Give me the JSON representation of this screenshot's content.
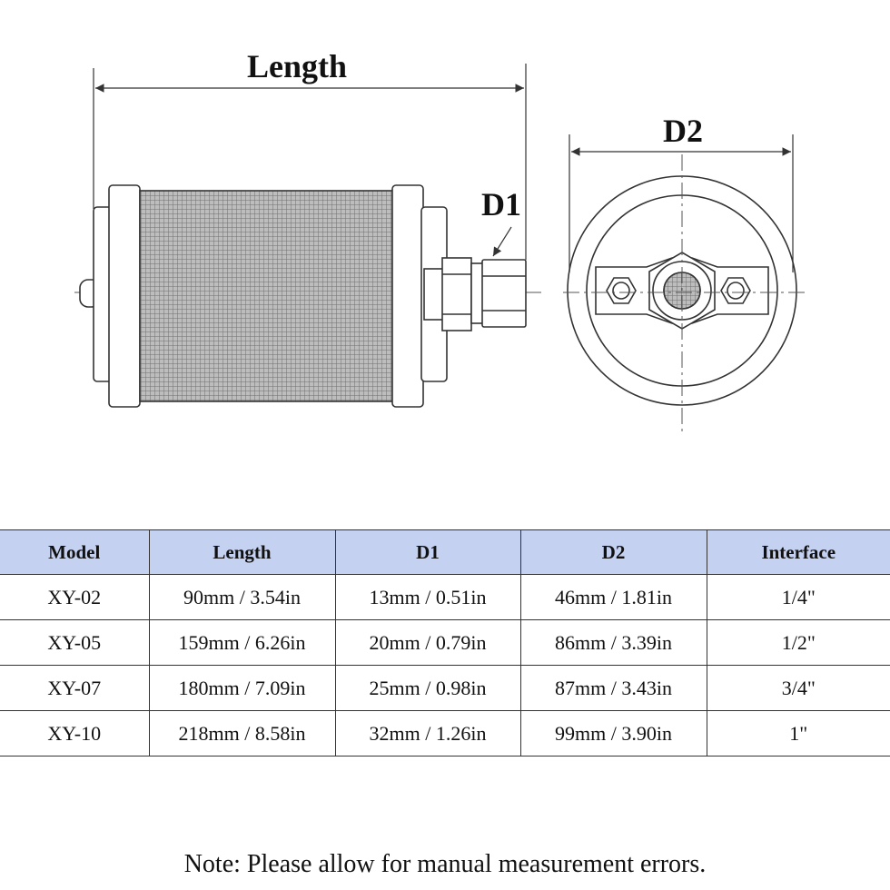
{
  "diagram": {
    "labels": {
      "length": "Length",
      "d1": "D1",
      "d2": "D2"
    }
  },
  "table": {
    "headers": [
      "Model",
      "Length",
      "D1",
      "D2",
      "Interface"
    ],
    "rows": [
      [
        "XY-02",
        "90mm / 3.54in",
        "13mm / 0.51in",
        "46mm / 1.81in",
        "1/4\""
      ],
      [
        "XY-05",
        "159mm / 6.26in",
        "20mm / 0.79in",
        "86mm / 3.39in",
        "1/2\""
      ],
      [
        "XY-07",
        "180mm / 7.09in",
        "25mm / 0.98in",
        "87mm / 3.43in",
        "3/4\""
      ],
      [
        "XY-10",
        "218mm / 8.58in",
        "32mm / 1.26in",
        "99mm / 3.90in",
        "1\""
      ]
    ]
  },
  "note": "Note: Please allow for manual measurement errors."
}
